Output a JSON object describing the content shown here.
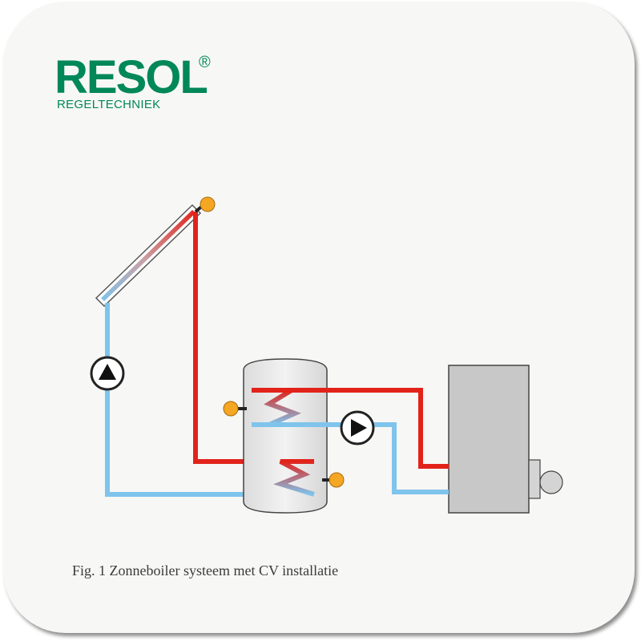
{
  "logo": {
    "wordmark": "RESOL",
    "registered": "®",
    "subtitle": "REGELTECHNIEK"
  },
  "caption": "Fig. 1 Zonneboiler systeem met CV installatie",
  "colors": {
    "brand": "#00875a",
    "hot_pipe": "#e2231a",
    "cold_pipe": "#7fc4ec",
    "sensor": "#f5a623",
    "boiler_body": "#c8c8c8",
    "tank_body": "#e9e9e9"
  },
  "icons": [
    "solar-collector-icon",
    "pump-icon",
    "temperature-sensor-icon",
    "storage-tank-icon",
    "heat-exchanger-icon",
    "cv-boiler-icon",
    "burner-icon"
  ]
}
